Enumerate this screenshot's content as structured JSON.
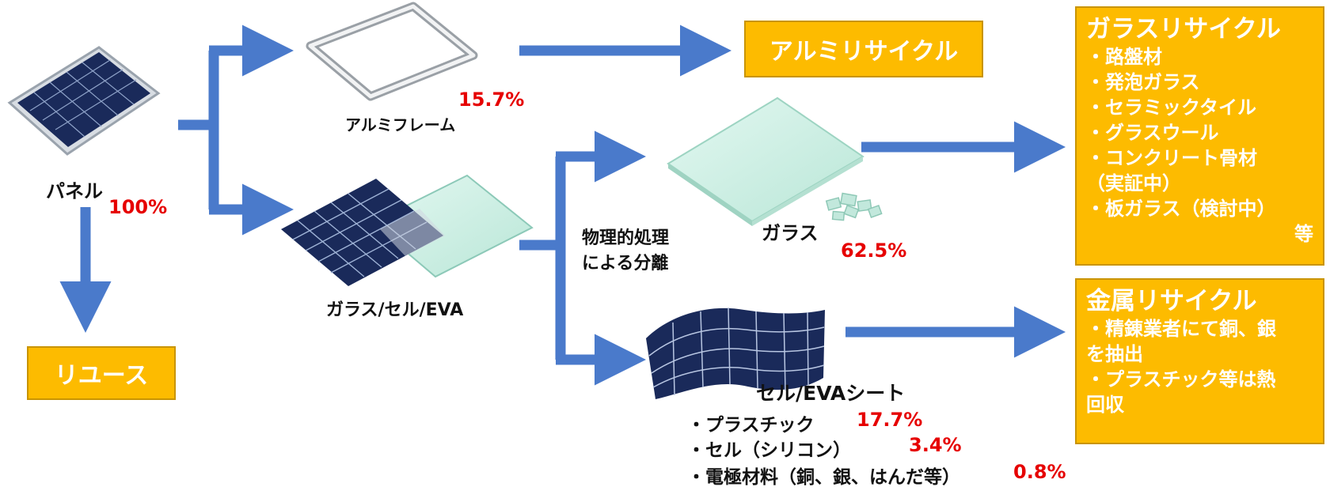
{
  "panel": {
    "label": "パネル",
    "pct": "100%"
  },
  "reuse": {
    "label": "リユース"
  },
  "frame": {
    "label": "アルミフレーム",
    "pct": "15.7%"
  },
  "laminate": {
    "label": "ガラス/セル/EVA"
  },
  "physical": {
    "line1": "物理的処理",
    "line2": "による分離"
  },
  "glass": {
    "label": "ガラス",
    "pct": "62.5%"
  },
  "sheet": {
    "label": "セル/EVAシート",
    "items": [
      {
        "text": "・プラスチック",
        "pct": "17.7%"
      },
      {
        "text": "・セル（シリコン）",
        "pct": "3.4%"
      },
      {
        "text": "・電極材料（銅、銀、はんだ等）",
        "pct": "0.8%"
      }
    ]
  },
  "alu_box": {
    "label": "アルミリサイクル"
  },
  "glass_box": {
    "title": "ガラスリサイクル",
    "lines": [
      "・路盤材",
      "・発泡ガラス",
      "・セラミックタイル",
      "・グラスウール",
      "・コンクリート骨材",
      "（実証中）",
      "・板ガラス（検討中）"
    ],
    "tail": "等"
  },
  "metal_box": {
    "title": "金属リサイクル",
    "lines": [
      "・精錬業者にて銅、銀",
      "を抽出",
      "・プラスチック等は熱",
      "回収"
    ]
  },
  "colors": {
    "arrow": "#4a7acb",
    "box": "#fdbb00",
    "pct": "#e60000",
    "cell": "#1a2a5a",
    "glass": "#c9efe4"
  }
}
